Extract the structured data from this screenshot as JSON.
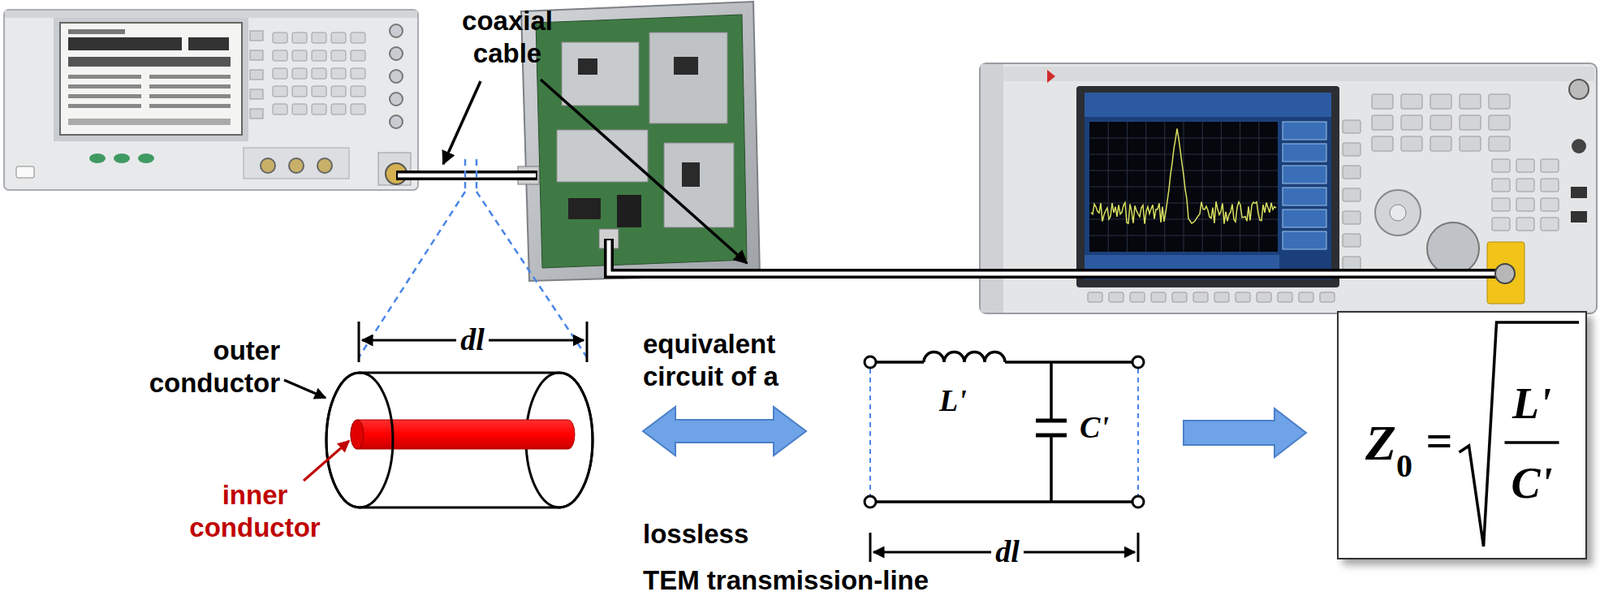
{
  "diagram": {
    "nodes": [
      {
        "text": [
          "Z",
          "0",
          "=",
          "L'",
          "C'"
        ]
      }
    ],
    "labels": [
      "coaxial cable",
      "outer conductor",
      "inner conductor",
      "dl",
      "equivalent circuit of a",
      "L'",
      "C'",
      "lossless",
      "dl",
      "TEM transmission-line"
    ]
  }
}
